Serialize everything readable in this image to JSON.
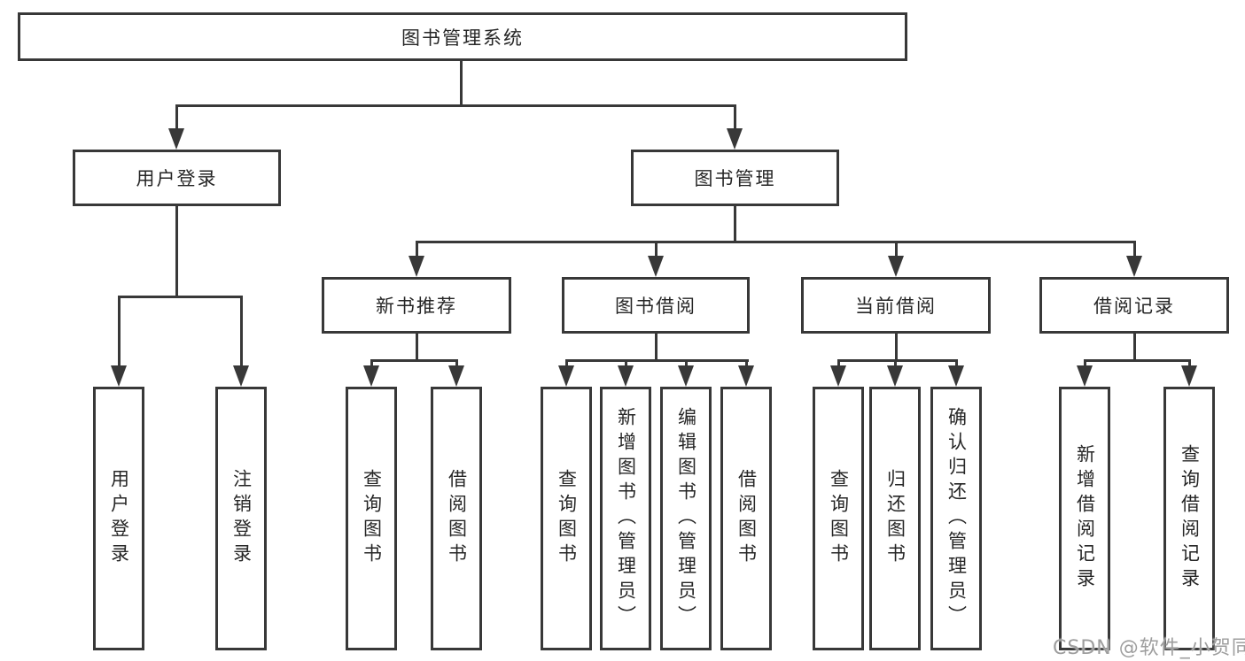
{
  "title_node": "图书管理系统",
  "level2": {
    "user_login": "用户登录",
    "book_mgmt": "图书管理"
  },
  "level3": {
    "new_books": "新书推荐",
    "book_borrow": "图书借阅",
    "current_borrow": "当前借阅",
    "borrow_records": "借阅记录"
  },
  "leaves": {
    "user_login": "用户登录",
    "logout": "注销登录",
    "nb_query": "查询图书",
    "nb_borrow": "借阅图书",
    "bb_query": "查询图书",
    "bb_add": "新增图书（管理员）",
    "bb_edit": "编辑图书（管理员）",
    "bb_borrow": "借阅图书",
    "cb_query": "查询图书",
    "cb_return": "归还图书",
    "cb_confirm": "确认归还（管理员）",
    "br_add": "新增借阅记录",
    "br_query": "查询借阅记录"
  },
  "watermark": "CSDN @软件_小贺同学",
  "colors": {
    "line": "#383838",
    "text": "#262626",
    "watermark": "#9e9e9e",
    "background": "#ffffff"
  }
}
